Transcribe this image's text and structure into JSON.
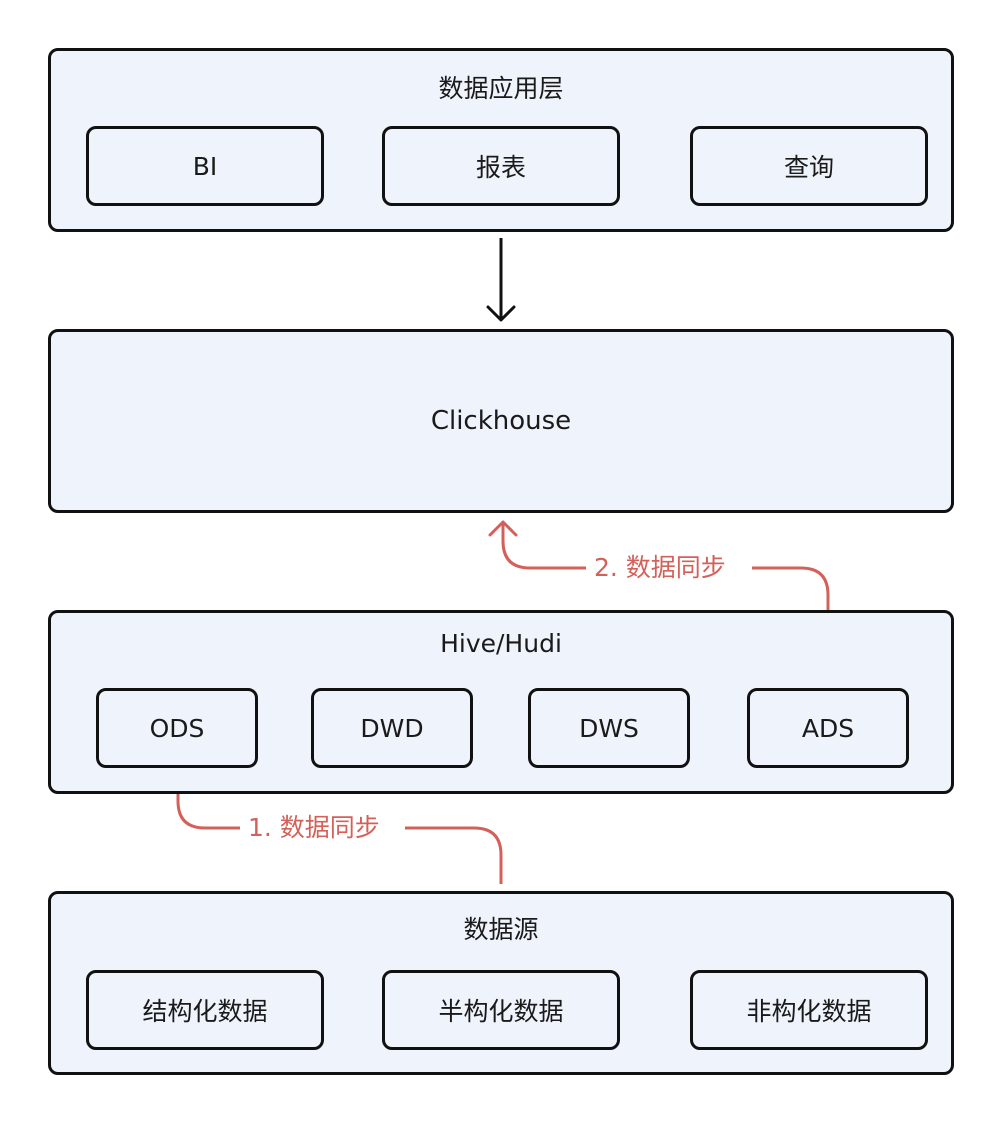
{
  "app_layer": {
    "title": "数据应用层",
    "items": [
      "BI",
      "报表",
      "查询"
    ]
  },
  "clickhouse": {
    "label": "Clickhouse"
  },
  "warehouse": {
    "title": "Hive/Hudi",
    "stages": [
      "ODS",
      "DWD",
      "DWS",
      "ADS"
    ]
  },
  "source": {
    "title": "数据源",
    "items": [
      "结构化数据",
      "半构化数据",
      "非构化数据"
    ]
  },
  "sync": {
    "step1": "1. 数据同步",
    "step2": "2. 数据同步"
  },
  "colors": {
    "box_fill": "#eff4fc",
    "border": "#111111",
    "sync_accent": "#d4605a"
  }
}
